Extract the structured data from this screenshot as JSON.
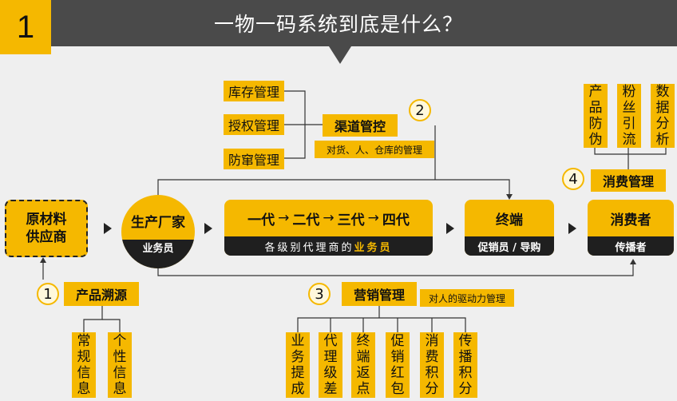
{
  "header": {
    "number": "1",
    "title": "一物一码系统到底是什么？"
  },
  "channel": {
    "num": "2",
    "title": "渠道管控",
    "note": "对货、人、仓库的管理",
    "items": [
      "库存管理",
      "授权管理",
      "防窜管理"
    ]
  },
  "consumer_mgmt": {
    "num": "4",
    "title": "消费管理",
    "items": [
      "产品防伪",
      "粉丝引流",
      "数据分析"
    ]
  },
  "trace": {
    "num": "1",
    "title": "产品溯源",
    "items": [
      "常规信息",
      "个性信息"
    ]
  },
  "marketing": {
    "num": "3",
    "title": "营销管理",
    "note": "对人的驱动力管理",
    "items": [
      "业务提成",
      "代理级差",
      "终端返点",
      "促销红包",
      "消费积分",
      "传播积分"
    ]
  },
  "flow": {
    "raw": "原材料供应商",
    "maker": {
      "title": "生产厂家",
      "sub": "业务员"
    },
    "agents": {
      "levels": [
        "一代",
        "二代",
        "三代",
        "四代"
      ],
      "arrow": "→",
      "sub_prefix": "各级别代理商的",
      "sub_bold": "业务员"
    },
    "terminal": {
      "title": "终端",
      "sub": "促销员 / 导购"
    },
    "consumer": {
      "title": "消费者",
      "sub": "传播者"
    }
  },
  "colors": {
    "accent": "#f5b800",
    "dark": "#1f1f1f",
    "header": "#4a4a4a",
    "background": "#efefef"
  }
}
